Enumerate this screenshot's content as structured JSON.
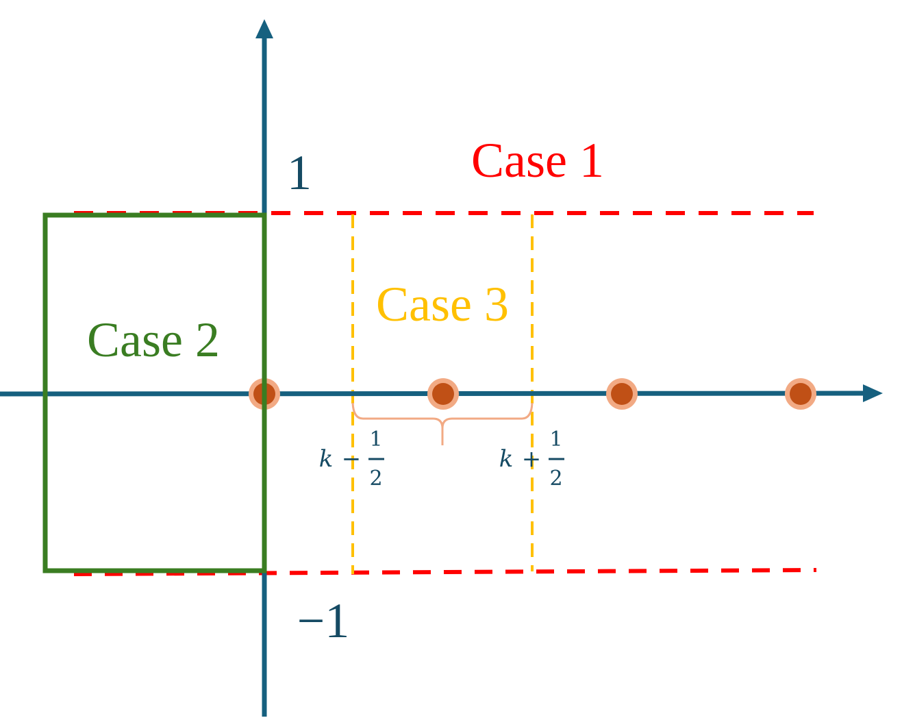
{
  "colors": {
    "axis": "#16607f",
    "axis_label": "#154a63",
    "case1": "#ff0000",
    "case2": "#3a7d22",
    "case3": "#ffc000",
    "point_fill": "#c05016",
    "point_ring": "#f2aa84",
    "brace": "#f2aa84"
  },
  "axes": {
    "y_top_label": "1",
    "y_bottom_label": "−1"
  },
  "regions": {
    "case1": {
      "label": "Case 1"
    },
    "case2": {
      "label": "Case 2"
    },
    "case3": {
      "label": "Case 3"
    }
  },
  "interval": {
    "left_label": {
      "var": "k",
      "op": "−",
      "num": "1",
      "den": "2"
    },
    "right_label": {
      "var": "k",
      "op": "+",
      "num": "1",
      "den": "2"
    }
  },
  "points": [
    0,
    1,
    2,
    3
  ]
}
